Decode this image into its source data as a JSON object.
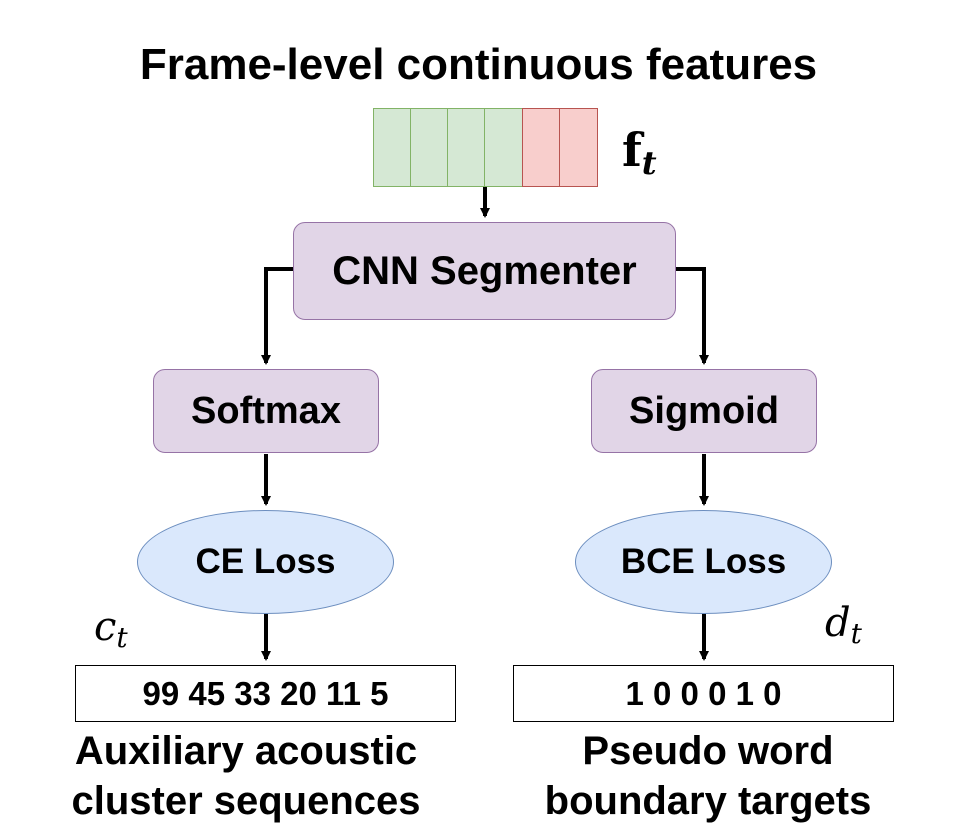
{
  "title": "Frame-level continuous features",
  "feature_label": {
    "base": "f",
    "sub": "t"
  },
  "feature_cells": [
    "green",
    "green",
    "green",
    "green",
    "red",
    "red"
  ],
  "nodes": {
    "segmenter": "CNN Segmenter",
    "softmax": "Softmax",
    "sigmoid": "Sigmoid",
    "ce_loss": "CE Loss",
    "bce_loss": "BCE Loss"
  },
  "left_output": {
    "symbol": {
      "base": "c",
      "sub": "t"
    },
    "sequence": "99 45 33 20 11 5",
    "caption_line1": "Auxiliary acoustic",
    "caption_line2": "cluster sequences"
  },
  "right_output": {
    "symbol": {
      "base": "d",
      "sub": "t"
    },
    "sequence": "1 0 0 0 1 0",
    "caption_line1": "Pseudo word",
    "caption_line2": "boundary targets"
  },
  "colors": {
    "green_fill": "#d5e8d4",
    "green_stroke": "#82b366",
    "red_fill": "#f8cecc",
    "red_stroke": "#b85450",
    "purple_fill": "#e1d5e7",
    "purple_stroke": "#9673a6",
    "blue_fill": "#dae8fc",
    "blue_stroke": "#6c8ebf"
  }
}
